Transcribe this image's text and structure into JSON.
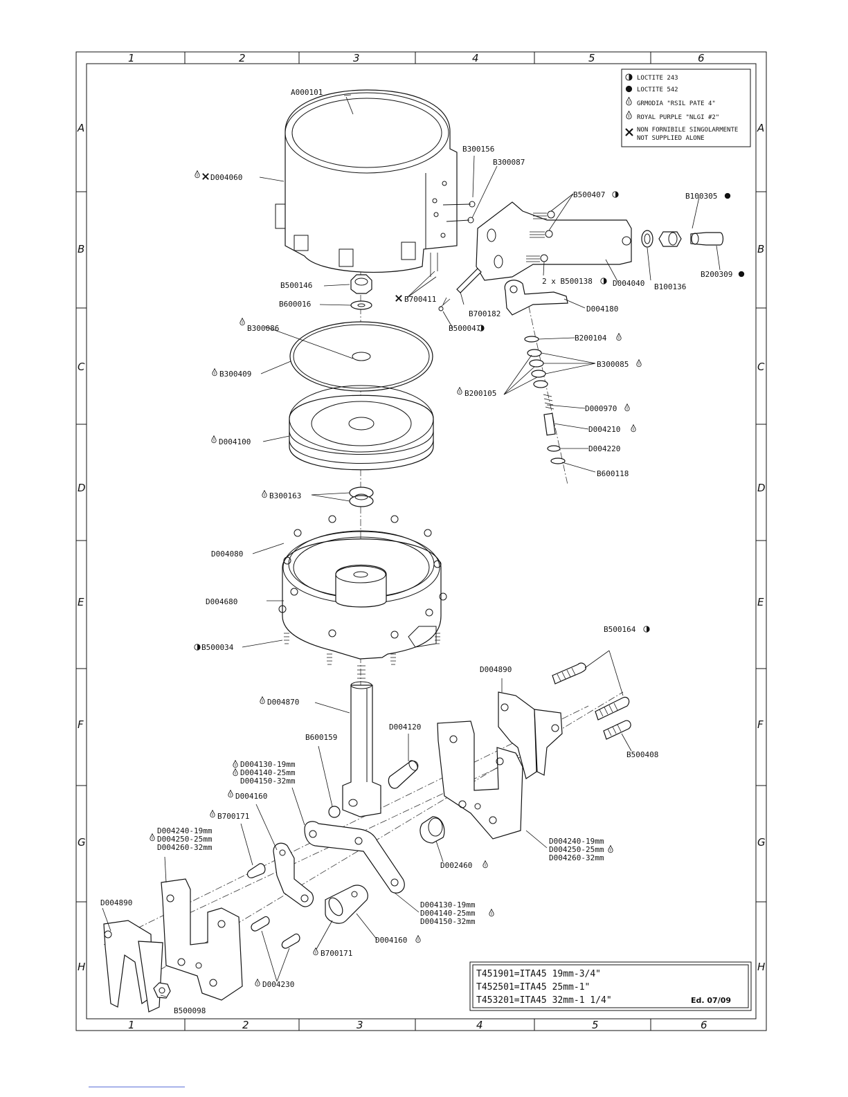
{
  "zones": {
    "columns": [
      "1",
      "2",
      "3",
      "4",
      "5",
      "6"
    ],
    "rows": [
      "A",
      "B",
      "C",
      "D",
      "E",
      "F",
      "G",
      "H"
    ]
  },
  "legend": [
    {
      "symbol": "loctite-243",
      "text": "LOCTITE 243"
    },
    {
      "symbol": "loctite-542",
      "text": "LOCTITE 542"
    },
    {
      "symbol": "grease-drop",
      "text": "GRMODIA \"RSIL PATE 4\""
    },
    {
      "symbol": "grease-drop-6",
      "text": "ROYAL PURPLE \"NLGI #2\""
    },
    {
      "symbol": "cross",
      "text": "NON FORNIBILE SINGOLARMENTE"
    },
    {
      "symbol": "none",
      "text": "NOT SUPPLIED ALONE"
    }
  ],
  "labels": {
    "a000101": "A000101",
    "d004060": "D004060",
    "b300156": "B300156",
    "b300087": "B300087",
    "b500407": "B500407",
    "b100305": "B100305",
    "b200309": "B200309",
    "b100136": "B100136",
    "d004040": "D004040",
    "b500138": "2 x B500138",
    "b500146": "B500146",
    "b600016": "B600016",
    "b700411": "B700411",
    "b700182": "B700182",
    "b500047": "B500047",
    "d004180": "D004180",
    "b300086": "B300086",
    "b200104": "B200104",
    "b300409": "B300409",
    "b300085": "B300085",
    "b200105": "B200105",
    "d000970": "D000970",
    "d004100": "D004100",
    "d004210": "D004210",
    "d004220": "D004220",
    "b600118": "B600118",
    "b300163": "B300163",
    "d004080": "D004080",
    "d004680": "D004680",
    "b500034": "B500034",
    "b500164": "B500164",
    "d004890_top": "D004890",
    "d004870": "D004870",
    "d004120": "D004120",
    "b500408": "B500408",
    "b600159": "B600159",
    "d004130_l1": "D004130-19mm",
    "d004140_l1": "D004140-25mm",
    "d004150_l1": "D004150-32mm",
    "d004160_top": "D004160",
    "b700171_top": "B700171",
    "d004240_l1": "D004240-19mm",
    "d004250_l1": "D004250-25mm",
    "d004260_l1": "D004260-32mm",
    "d004240_r1": "D004240-19mm",
    "d004250_r1": "D004250-25mm",
    "d004260_r1": "D004260-32mm",
    "d002460": "D002460",
    "d004890_bot": "D004890",
    "d004130_r1": "D004130-19mm",
    "d004140_r1": "D004140-25mm",
    "d004150_r1": "D004150-32mm",
    "d004160_bot": "D004160",
    "b700171_bot": "B700171",
    "d004230": "D004230",
    "b500098": "B500098"
  },
  "models": [
    "T451901=ITA45  19mm-3/4\"",
    "T452501=ITA45  25mm-1\"",
    "T453201=ITA45  32mm-1  1/4\""
  ],
  "edition": "Ed. 07/09",
  "colors": {
    "ink": "#111111",
    "paper": "#ffffff",
    "link": "#5b6fd8"
  }
}
